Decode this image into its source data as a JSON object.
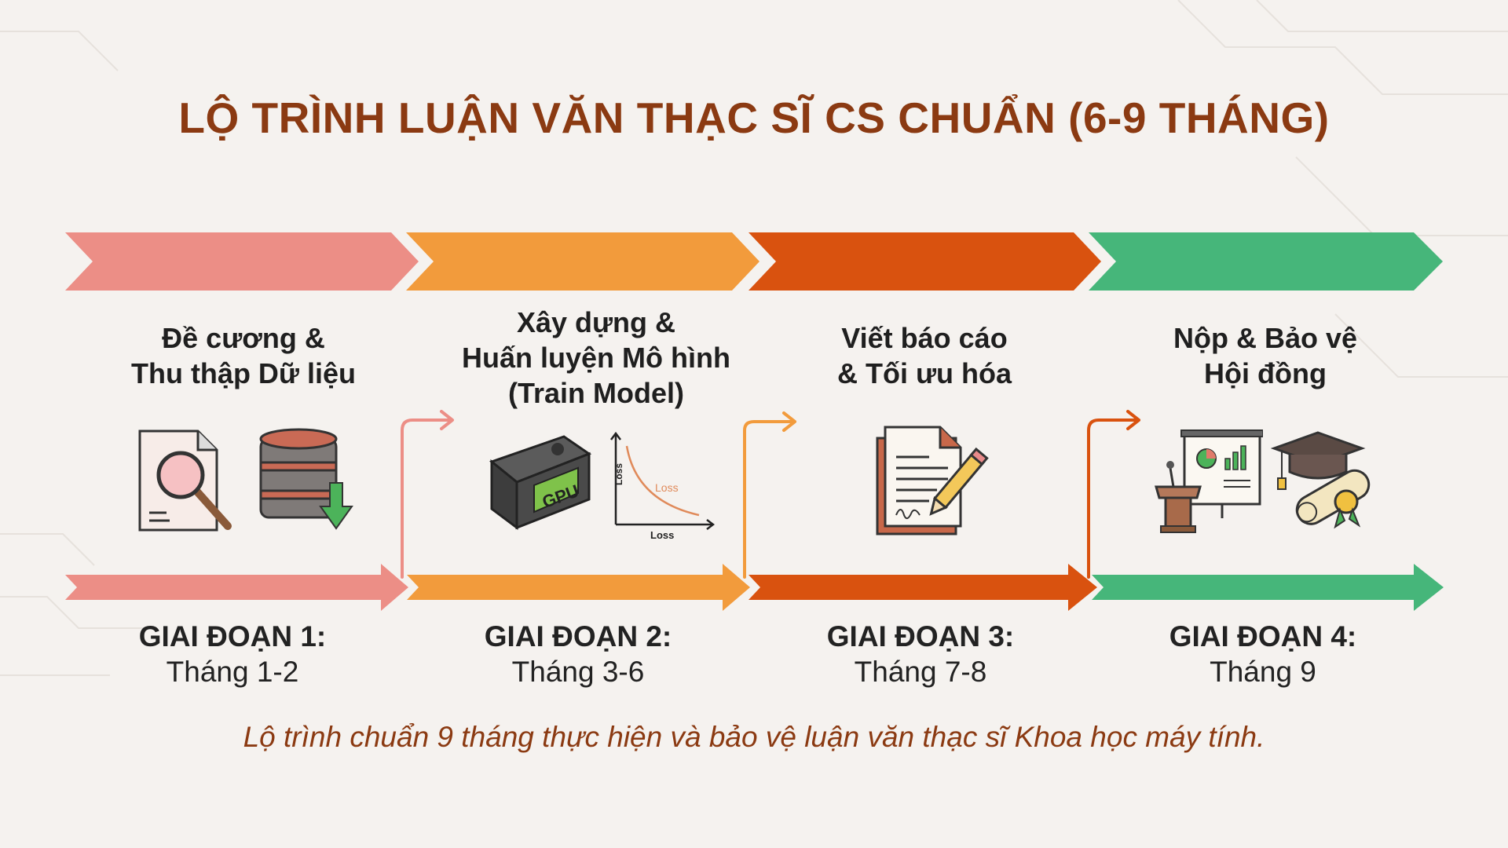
{
  "title": "LỘ TRÌNH LUẬN VĂN THẠC SĨ CS CHUẨN (6-9 THÁNG)",
  "colors": {
    "stage1": "#ec8e86",
    "stage2": "#f29b3c",
    "stage3": "#d9520f",
    "stage4": "#46b67a",
    "title": "#8b3a12"
  },
  "stages": [
    {
      "title_lines": [
        "Đề cương &",
        "Thu thập Dữ liệu"
      ],
      "phase_label": "GIAI ĐOẠN 1:",
      "months": "Tháng 1-2",
      "icons": [
        "document-search-icon",
        "database-download-icon"
      ]
    },
    {
      "title_lines": [
        "Xây dựng &",
        "Huấn luyện Mô hình",
        "(Train Model)"
      ],
      "phase_label": "GIAI ĐOẠN 2:",
      "months": "Tháng 3-6",
      "icons": [
        "gpu-icon",
        "loss-chart-icon"
      ],
      "gpu_text": "GPU",
      "loss_curve_label": "Loss",
      "loss_y_label": "Loss",
      "loss_x_label": "Loss"
    },
    {
      "title_lines": [
        "Viết báo cáo",
        "& Tối ưu hóa"
      ],
      "phase_label": "GIAI ĐOẠN 3:",
      "months": "Tháng 7-8",
      "icons": [
        "document-pencil-icon"
      ]
    },
    {
      "title_lines": [
        "Nộp & Bảo vệ",
        "Hội đồng"
      ],
      "phase_label": "GIAI ĐOẠN 4:",
      "months": "Tháng 9",
      "icons": [
        "podium-presentation-icon",
        "graduation-diploma-icon"
      ]
    }
  ],
  "footer": "Lộ trình chuẩn 9 tháng thực hiện và bảo vệ luận văn thạc sĩ Khoa học máy tính."
}
